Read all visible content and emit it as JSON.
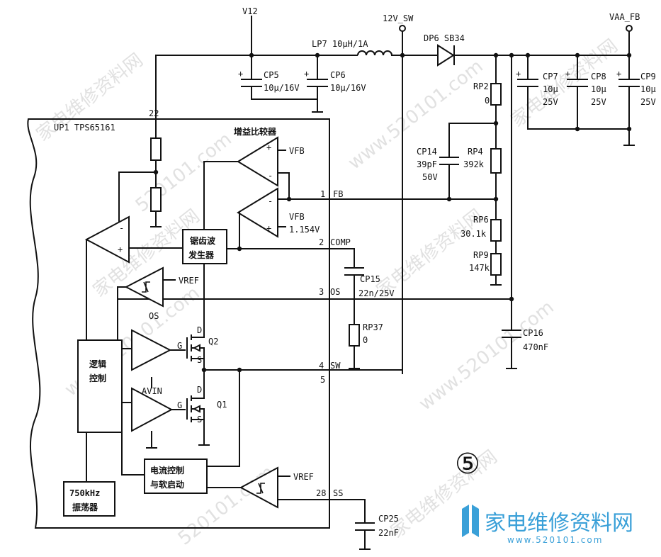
{
  "ic": {
    "label": "UP1  TPS65161",
    "marker": "⑤"
  },
  "nets": {
    "v12": "V12",
    "sw12": "12V_SW",
    "vaa": "VAA_FB"
  },
  "inductor": {
    "label": "LP7  10μH/1A"
  },
  "diode": {
    "label": "DP6  SB34"
  },
  "caps": {
    "cp5": {
      "name": "CP5",
      "value": "10μ/16V"
    },
    "cp6": {
      "name": "CP6",
      "value": "10μ/16V"
    },
    "cp7": {
      "name": "CP7",
      "value": "10μ",
      "volt": "25V"
    },
    "cp8": {
      "name": "CP8",
      "value": "10μ",
      "volt": "25V"
    },
    "cp9": {
      "name": "CP9",
      "value": "10μ",
      "volt": "25V"
    },
    "cp14": {
      "name": "CP14",
      "value": "39pF",
      "volt": "50V"
    },
    "cp15": {
      "name": "CP15",
      "value": "22n/25V"
    },
    "cp16": {
      "name": "CP16",
      "value": "470nF"
    },
    "cp25": {
      "name": "CP25",
      "value": "22nF"
    }
  },
  "res": {
    "rp2": {
      "name": "RP2",
      "value": "0"
    },
    "rp4": {
      "name": "RP4",
      "value": "392k"
    },
    "rp6": {
      "name": "RP6",
      "value": "30.1k"
    },
    "rp9": {
      "name": "RP9",
      "value": "147k"
    },
    "rp37": {
      "name": "RP37",
      "value": "0"
    }
  },
  "pins": {
    "p22": "22",
    "p1": "1",
    "fb": "FB",
    "p2": "2",
    "comp": "COMP",
    "p3": "3",
    "os": "OS",
    "p4": "4",
    "sw": "SW",
    "p5": "5",
    "p28": "28",
    "ss": "SS"
  },
  "blocks": {
    "gain_comp": "增益比较器",
    "saw_gen_1": "锯齿波",
    "saw_gen_2": "发生器",
    "logic_1": "逻辑",
    "logic_2": "控制",
    "current_1": "电流控制",
    "current_2": "与软启动",
    "osc_1": "750kHz",
    "osc_2": "振荡器"
  },
  "refs": {
    "vfb1": "VFB",
    "vfb2": "VFB",
    "vfb_val": "1.154V",
    "vref1": "VREF",
    "vref2": "VREF",
    "os_label": "OS",
    "avin": "AVIN"
  },
  "transistors": {
    "q2": "Q2",
    "q1": "Q1",
    "d": "D",
    "g": "G",
    "s": "S",
    "d1": "D",
    "g1": "G",
    "s1": "S"
  },
  "opamp_signs": {
    "minus": "-",
    "plus": "+"
  },
  "watermark": {
    "text1": "家电维修资料网",
    "text2": "www.520101.com",
    "text3": "520101.com"
  },
  "logo": {
    "cn": "家电维修资料网",
    "url": "www.520101.com"
  }
}
